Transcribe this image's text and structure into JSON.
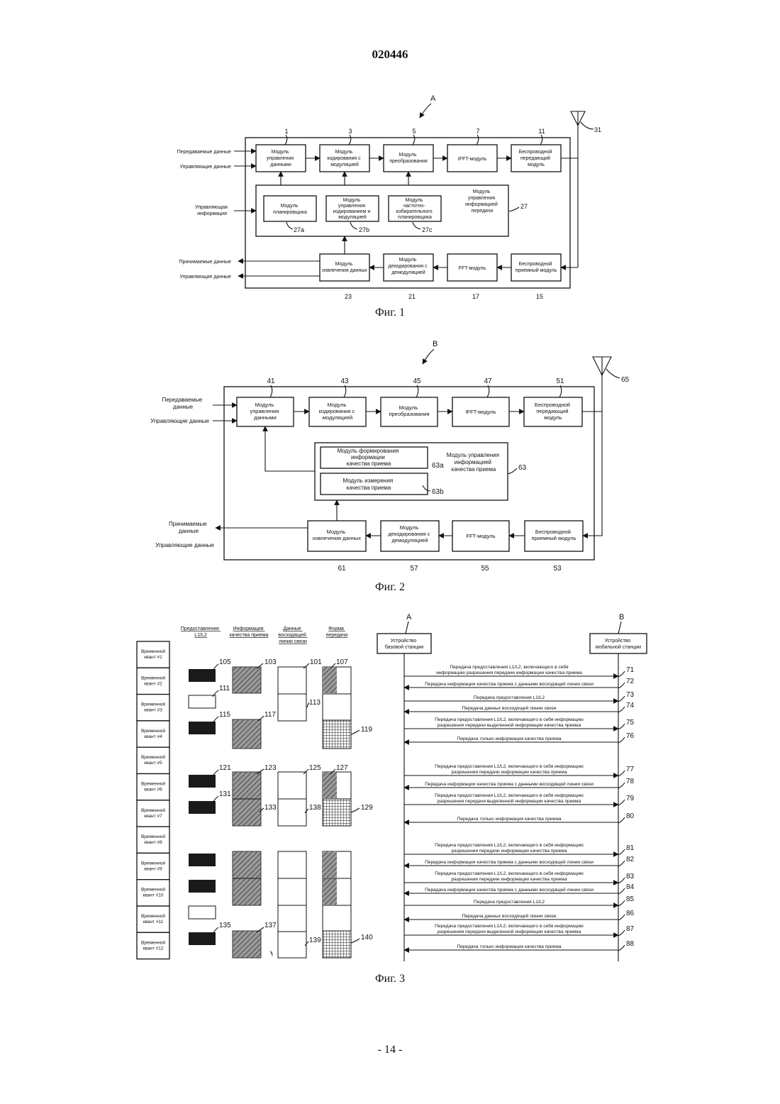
{
  "header": {
    "doc_number": "020446",
    "page_number": "- 14 -"
  },
  "fig1": {
    "letter": "A",
    "caption": "Фиг. 1",
    "inputs": [
      "Передаваемые данные",
      "Управляющие данные"
    ],
    "control_input": [
      "Управляющая",
      "информация"
    ],
    "outputs": [
      "Принимаемые данные",
      "Управляющие данные"
    ],
    "tx_blocks": [
      {
        "ref": "1",
        "lines": [
          "Модуль",
          "управления",
          "данными"
        ]
      },
      {
        "ref": "3",
        "lines": [
          "Модуль",
          "кодирования с",
          "модуляцией"
        ]
      },
      {
        "ref": "5",
        "lines": [
          "Модуль",
          "преобразования"
        ]
      },
      {
        "ref": "7",
        "lines": [
          "IFFT-модуль"
        ]
      },
      {
        "ref": "11",
        "lines": [
          "Беспроводной",
          "передающий",
          "модуль"
        ]
      }
    ],
    "rx_blocks": [
      {
        "ref": "23",
        "lines": [
          "Модуль",
          "извлечения данных"
        ]
      },
      {
        "ref": "21",
        "lines": [
          "Модуль",
          "декодирования с",
          "демодуляцией"
        ]
      },
      {
        "ref": "17",
        "lines": [
          "FFT-модуль"
        ]
      },
      {
        "ref": "15",
        "lines": [
          "Беспроводной",
          "приемный модуль"
        ]
      }
    ],
    "control_module": {
      "ref": "27",
      "lines": [
        "Модуль",
        "управления",
        "информацией",
        "передачи"
      ],
      "sub": [
        {
          "ref": "27a",
          "lines": [
            "Модуль",
            "планировщика"
          ]
        },
        {
          "ref": "27b",
          "lines": [
            "Модуль",
            "управления",
            "кодированием и",
            "модуляцией"
          ]
        },
        {
          "ref": "27c",
          "lines": [
            "Модуль",
            "частотно-",
            "избирательного",
            "планировщика"
          ]
        }
      ]
    },
    "antenna_ref": "31"
  },
  "fig2": {
    "letter": "B",
    "caption": "Фиг. 2",
    "inputs": [
      "Передаваемые",
      "данные",
      "Управляющие данные"
    ],
    "outputs": [
      "Принимаемые",
      "данные",
      "Управляющие данные"
    ],
    "tx_blocks": [
      {
        "ref": "41",
        "lines": [
          "Модуль",
          "управления",
          "данными"
        ]
      },
      {
        "ref": "43",
        "lines": [
          "Модуль",
          "кодирования с",
          "модуляцией"
        ]
      },
      {
        "ref": "45",
        "lines": [
          "Модуль",
          "преобразования"
        ]
      },
      {
        "ref": "47",
        "lines": [
          "IFFT-модуль"
        ]
      },
      {
        "ref": "51",
        "lines": [
          "Беспроводной",
          "передающий",
          "модуль"
        ]
      }
    ],
    "rx_blocks": [
      {
        "ref": "61",
        "lines": [
          "Модуль",
          "извлечения данных"
        ]
      },
      {
        "ref": "57",
        "lines": [
          "Модуль",
          "декодирования с",
          "демодуляцией"
        ]
      },
      {
        "ref": "55",
        "lines": [
          "FFT-модуль"
        ]
      },
      {
        "ref": "53",
        "lines": [
          "Беспроводной",
          "приемный модуль"
        ]
      }
    ],
    "control_module": {
      "ref": "63",
      "lines": [
        "Модуль управления",
        "информацией",
        "качества приема"
      ],
      "sub": [
        {
          "ref": "63a",
          "lines": [
            "Модуль формирования",
            "информации",
            "качества приема"
          ]
        },
        {
          "ref": "63b",
          "lines": [
            "Модуль измерения",
            "качества приема"
          ]
        }
      ]
    },
    "antenna_ref": "65"
  },
  "fig3": {
    "caption": "Фиг. 3",
    "columns": [
      [
        "Предоставление",
        "L1/L2"
      ],
      [
        "Информация",
        "качества приема"
      ],
      [
        "Данные",
        "восходящей",
        "линии связи"
      ],
      [
        "Форма",
        "передачи"
      ]
    ],
    "slots": [
      [
        "Временной",
        "квант #1"
      ],
      [
        "Временной",
        "квант #2"
      ],
      [
        "Временной",
        "квант #3"
      ],
      [
        "Временной",
        "квант #4"
      ],
      [
        "Временной",
        "квант #5"
      ],
      [
        "Временной",
        "квант #6"
      ],
      [
        "Временной",
        "квант #7"
      ],
      [
        "Временной",
        "квант #8"
      ],
      [
        "Временной",
        "квант #9"
      ],
      [
        "Временной",
        "квант #10"
      ],
      [
        "Временной",
        "квант #11"
      ],
      [
        "Временной",
        "квант #12"
      ]
    ],
    "grid_refs": [
      "105",
      "103",
      "101",
      "107",
      "111",
      "113",
      "115",
      "117",
      "119",
      "121",
      "123",
      "125",
      "127",
      "131",
      "133",
      "138",
      "129",
      "135",
      "137",
      "139",
      "140"
    ],
    "stray_mark": "ϡ",
    "seq": {
      "left_label": "A",
      "right_label": "B",
      "left_device": [
        "Устройство",
        "базовой станции"
      ],
      "right_device": [
        "Устройство",
        "мобильной станции"
      ],
      "messages": [
        {
          "ref": "71",
          "dir": "down",
          "lines": [
            "Передача предоставления L1/L2, включающего в себя",
            "информацию разрешения передачи информации качества приема"
          ]
        },
        {
          "ref": "72",
          "dir": "up",
          "lines": [
            "Передача информации качества приема с данными восходящей линии связи"
          ]
        },
        {
          "ref": "73",
          "dir": "down",
          "lines": [
            "Передача предоставления L1/L2"
          ]
        },
        {
          "ref": "74",
          "dir": "up",
          "lines": [
            "Передача данных восходящей линии связи"
          ]
        },
        {
          "ref": "75",
          "dir": "down",
          "lines": [
            "Передача предоставления L1/L2, включающего в себя информацию",
            "разрешения передачи выделенной информации качества приема"
          ]
        },
        {
          "ref": "76",
          "dir": "up",
          "lines": [
            "Передача только информации качества приема"
          ]
        },
        {
          "ref": "77",
          "dir": "down",
          "lines": [
            "Передача предоставления L1/L2, включающего в себя информацию",
            "разрешения передачи информации качества приема"
          ]
        },
        {
          "ref": "78",
          "dir": "up",
          "lines": [
            "Передача информации качества приема с данными восходящей линии связи"
          ]
        },
        {
          "ref": "79",
          "dir": "down",
          "lines": [
            "Передача предоставления L1/L2, включающего в себя информацию",
            "разрешения передачи выделенной информации качества приема"
          ]
        },
        {
          "ref": "80",
          "dir": "up",
          "lines": [
            "Передача только информации качества приема"
          ]
        },
        {
          "ref": "81",
          "dir": "down",
          "lines": [
            "Передача предоставления L1/L2, включающего в себя информацию",
            "разрешения передачи информации качества приема"
          ]
        },
        {
          "ref": "82",
          "dir": "up",
          "lines": [
            "Передача информации качества приема с данными восходящей линии связи"
          ]
        },
        {
          "ref": "83",
          "dir": "down",
          "lines": [
            "Передача предоставления L1/L2, включающего в себя информацию",
            "разрешения передачи информации качества приема"
          ]
        },
        {
          "ref": "84",
          "dir": "up",
          "lines": [
            "Передача информации качества приема с данными восходящей линии связи"
          ]
        },
        {
          "ref": "85",
          "dir": "down",
          "lines": [
            "Передача предоставления L1/L2"
          ]
        },
        {
          "ref": "86",
          "dir": "up",
          "lines": [
            "Передача данных восходящей линии связи"
          ]
        },
        {
          "ref": "87",
          "dir": "down",
          "lines": [
            "Передача предоставления L1/L2, включающего в себя информацию",
            "разрешения передачи выделенной информации качества приема"
          ]
        },
        {
          "ref": "88",
          "dir": "up",
          "lines": [
            "Передача только информации качества приема"
          ]
        }
      ]
    }
  }
}
